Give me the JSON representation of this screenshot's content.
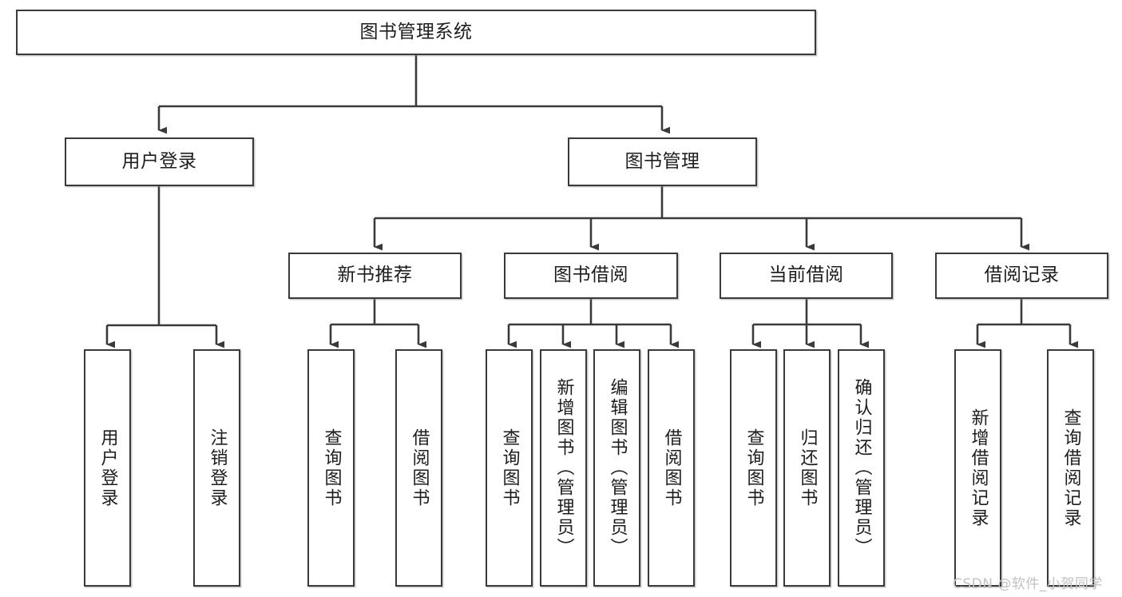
{
  "diagram": {
    "title_node": {
      "label": "图书管理系统"
    },
    "level1": [
      {
        "key": "user-login",
        "label": "用户登录"
      },
      {
        "key": "book-management",
        "label": "图书管理"
      }
    ],
    "level2": [
      {
        "key": "new-book-recommend",
        "label": "新书推荐"
      },
      {
        "key": "book-borrow",
        "label": "图书借阅"
      },
      {
        "key": "current-borrow",
        "label": "当前借阅"
      },
      {
        "key": "borrow-record",
        "label": "借阅记录"
      }
    ],
    "leaves": {
      "user_login": [
        {
          "key": "user-login-leaf",
          "label": "用户登录"
        },
        {
          "key": "logout-leaf",
          "label": "注销登录"
        }
      ],
      "new_book_recommend": [
        {
          "key": "query-book-1",
          "label": "查询图书"
        },
        {
          "key": "borrow-book-1",
          "label": "借阅图书"
        }
      ],
      "book_borrow": [
        {
          "key": "query-book-2",
          "label": "查询图书"
        },
        {
          "key": "add-book",
          "label": "新增图书（管理员）"
        },
        {
          "key": "edit-book",
          "label": "编辑图书（管理员）"
        },
        {
          "key": "borrow-book-2",
          "label": "借阅图书"
        }
      ],
      "current_borrow": [
        {
          "key": "query-book-3",
          "label": "查询图书"
        },
        {
          "key": "return-book",
          "label": "归还图书"
        },
        {
          "key": "confirm-return",
          "label": "确认归还（管理员）"
        }
      ],
      "borrow_record": [
        {
          "key": "add-borrow-record",
          "label": "新增借阅记录"
        },
        {
          "key": "query-borrow-record",
          "label": "查询借阅记录"
        }
      ]
    }
  },
  "watermark": {
    "text": "CSDN @软件_小贺同学"
  },
  "colors": {
    "stroke": "#3a3a3a",
    "text": "#1d1d1d",
    "background": "#ffffff",
    "watermark": "#c2c2c2"
  }
}
